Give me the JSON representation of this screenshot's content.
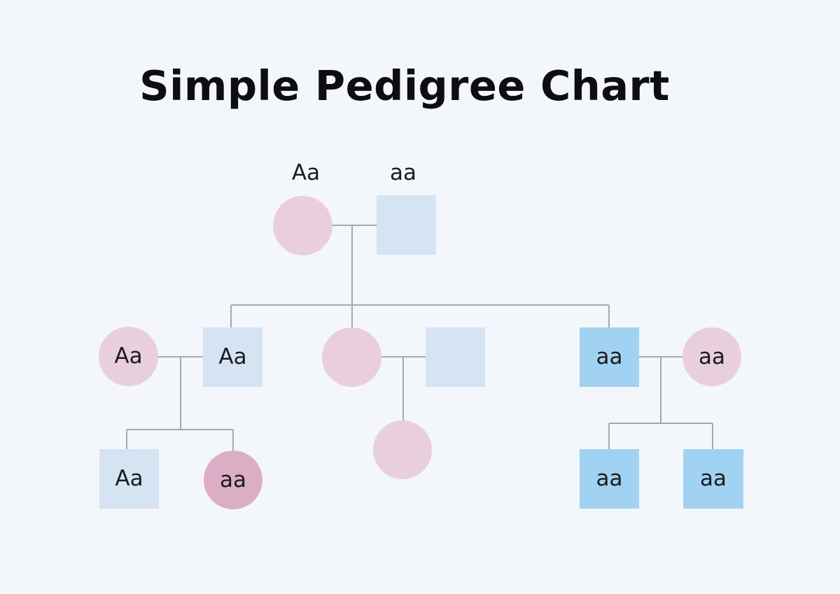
{
  "title": "Simple Pedigree Chart",
  "colors": {
    "background": "#f3f7fb",
    "pink_light": "#e9cfdc",
    "pink_dark": "#dcaec6",
    "blue_light": "#d5e3f3",
    "blue_dark": "#a2d2f1",
    "connector": "#a8a8a8",
    "title_text": "#0e0e10",
    "genotype_text": "#1c1c1e"
  },
  "pedigree": {
    "generation1": [
      {
        "id": "mother",
        "shape": "circle",
        "sex": "female",
        "genotype": "Aa",
        "shade": "pink-light",
        "genotype_position": "above",
        "affected": false
      },
      {
        "id": "father",
        "shape": "square",
        "sex": "male",
        "genotype": "aa",
        "shade": "blue-light",
        "genotype_position": "above",
        "affected": false
      }
    ],
    "generation2": [
      {
        "id": "wife-left",
        "shape": "circle",
        "sex": "female",
        "genotype": "Aa",
        "shade": "pink-light",
        "affected": false
      },
      {
        "id": "son-left",
        "shape": "square",
        "sex": "male",
        "genotype": "Aa",
        "shade": "blue-light",
        "affected": false
      },
      {
        "id": "daughter-middle",
        "shape": "circle",
        "sex": "female",
        "genotype": "",
        "shade": "pink-light",
        "affected": false
      },
      {
        "id": "husband-middle",
        "shape": "square",
        "sex": "male",
        "genotype": "",
        "shade": "blue-light",
        "affected": false
      },
      {
        "id": "son-right",
        "shape": "square",
        "sex": "male",
        "genotype": "aa",
        "shade": "blue-dark",
        "affected": true
      },
      {
        "id": "wife-right",
        "shape": "circle",
        "sex": "female",
        "genotype": "aa",
        "shade": "pink-light",
        "affected": false
      }
    ],
    "generation3": [
      {
        "id": "son-left",
        "shape": "square",
        "sex": "male",
        "genotype": "Aa",
        "shade": "blue-light",
        "affected": false
      },
      {
        "id": "daughter-left",
        "shape": "circle",
        "sex": "female",
        "genotype": "aa",
        "shade": "pink-dark",
        "affected": true
      },
      {
        "id": "daughter-middle",
        "shape": "circle",
        "sex": "female",
        "genotype": "",
        "shade": "pink-light",
        "affected": false
      },
      {
        "id": "son-right-1",
        "shape": "square",
        "sex": "male",
        "genotype": "aa",
        "shade": "blue-dark",
        "affected": true
      },
      {
        "id": "son-right-2",
        "shape": "square",
        "sex": "male",
        "genotype": "aa",
        "shade": "blue-dark",
        "affected": true
      }
    ]
  }
}
